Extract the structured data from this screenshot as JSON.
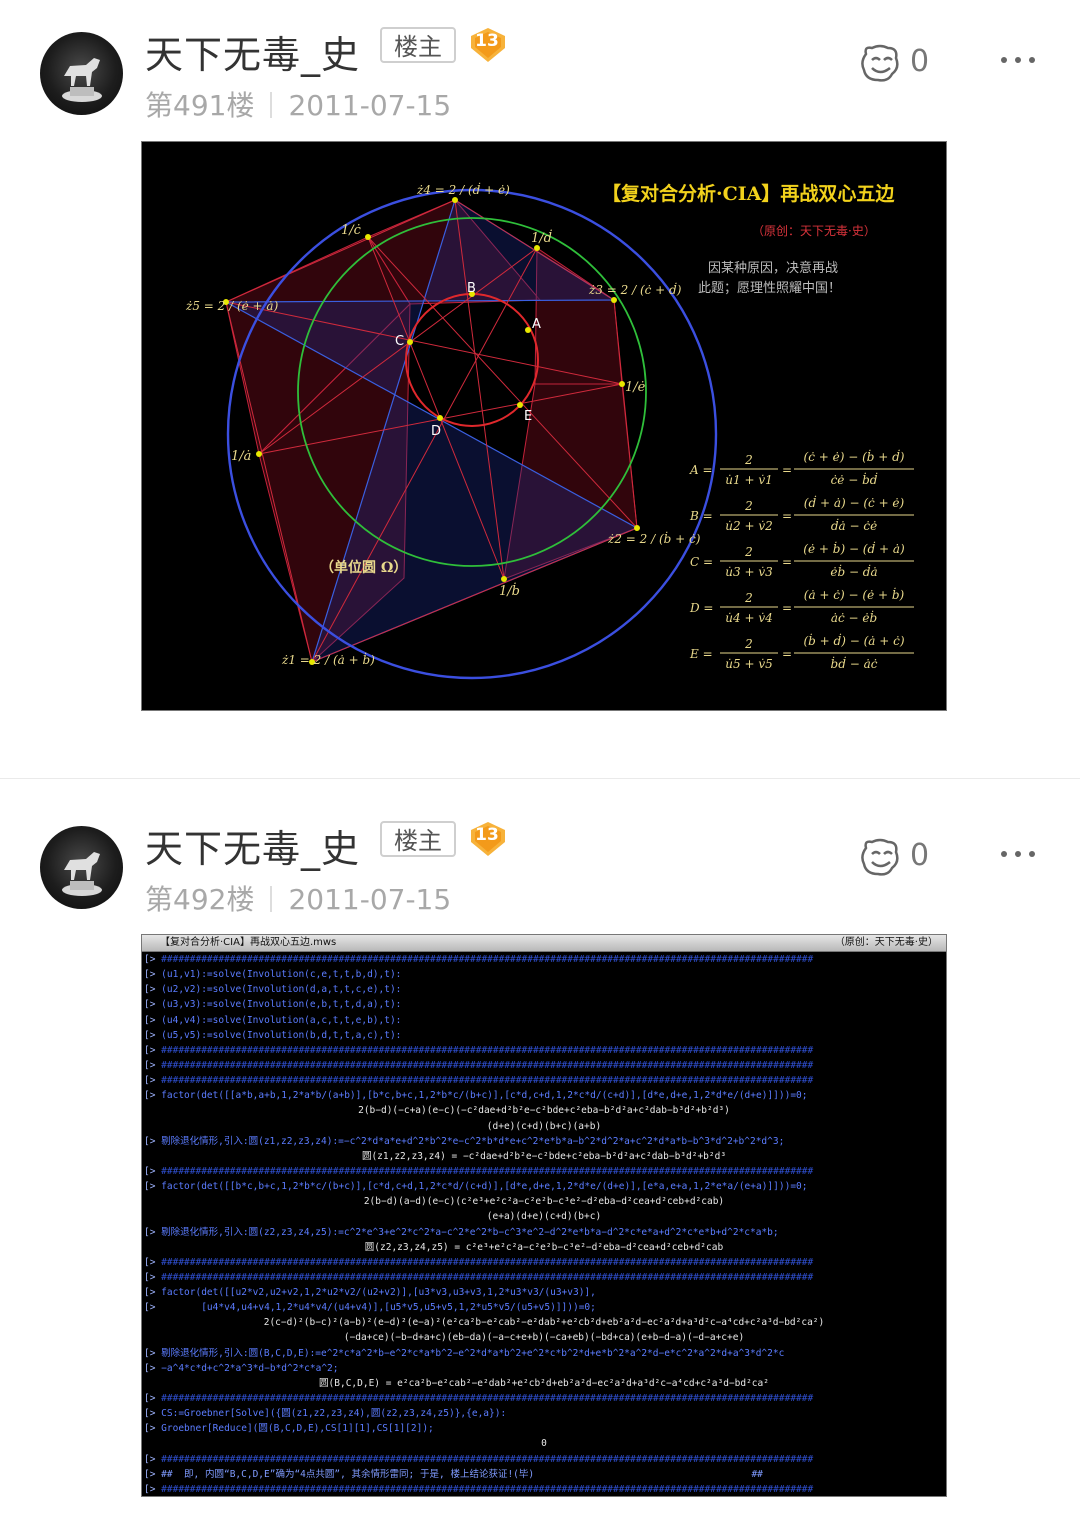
{
  "posts": [
    {
      "user": {
        "name": "天下无毒_史",
        "owner_badge": "楼主",
        "level": "13"
      },
      "floor": "第491楼",
      "date": "2011-07-15",
      "likes": "0",
      "figure": {
        "title": "【复对合分析·CIA】再战双心五边",
        "author": "（原创：天下无毒·史）",
        "note_line1": "因某种原因，决意再战",
        "note_line2": "此题；愿理性照耀中国！",
        "points": {
          "A": "A",
          "B": "B",
          "C": "C",
          "D": "D",
          "E": "E"
        },
        "tangent_labels": [
          "1/ċ",
          "1/ḋ",
          "1/ė",
          "1/ḃ",
          "1/ȧ"
        ],
        "z_labels": {
          "z1": "ż1 = 2 / (ȧ + ḃ)",
          "z2": "ż2 = 2 / (ḃ + ċ)",
          "z3": "ż3 = 2 / (ċ + ḋ)",
          "z4": "ż4 = 2 / (ḋ + ė)",
          "z5": "ż5 = 2 / (ė + ȧ)"
        },
        "unit_circle_label": "（单位圆 Ω）",
        "formulas": [
          {
            "lhs": "A =",
            "f1_num": "2",
            "f1_den": "u̇1 + v̇1",
            "f2_num": "(ċ + ė) − (ḃ + ḋ)",
            "f2_den": "ċė − ḃḋ"
          },
          {
            "lhs": "B =",
            "f1_num": "2",
            "f1_den": "u̇2 + v̇2",
            "f2_num": "(ḋ + ȧ) − (ċ + ė)",
            "f2_den": "ḋȧ − ċė"
          },
          {
            "lhs": "C =",
            "f1_num": "2",
            "f1_den": "u̇3 + v̇3",
            "f2_num": "(ė + ḃ) − (ḋ + ȧ)",
            "f2_den": "ėḃ − ḋȧ"
          },
          {
            "lhs": "D =",
            "f1_num": "2",
            "f1_den": "u̇4 + v̇4",
            "f2_num": "(ȧ + ċ) − (ė + ḃ)",
            "f2_den": "ȧċ − ėḃ"
          },
          {
            "lhs": "E =",
            "f1_num": "2",
            "f1_den": "u̇5 + v̇5",
            "f2_num": "(ḃ + ḋ) − (ȧ + ċ)",
            "f2_den": "ḃḋ − ȧċ"
          }
        ]
      }
    },
    {
      "user": {
        "name": "天下无毒_史",
        "owner_badge": "楼主",
        "level": "13"
      },
      "floor": "第492楼",
      "date": "2011-07-15",
      "likes": "0",
      "maple": {
        "title": "【复对合分析·CIA】再战双心五边.mws",
        "author": "（原创：天下无毒·史）",
        "hash_row": "##################################################################################################################",
        "lines": [
          {
            "kind": "hash"
          },
          {
            "kind": "cmd",
            "text": "(u1,v1):=solve(Involution(c,e,t,t,b,d),t):"
          },
          {
            "kind": "cmd",
            "text": "(u2,v2):=solve(Involution(d,a,t,t,c,e),t):"
          },
          {
            "kind": "cmd",
            "text": "(u3,v3):=solve(Involution(e,b,t,t,d,a),t):"
          },
          {
            "kind": "cmd",
            "text": "(u4,v4):=solve(Involution(a,c,t,t,e,b),t):"
          },
          {
            "kind": "cmd",
            "text": "(u5,v5):=solve(Involution(b,d,t,t,a,c),t):"
          },
          {
            "kind": "hash"
          },
          {
            "kind": "hash"
          },
          {
            "kind": "hash"
          },
          {
            "kind": "cmd",
            "text": "factor(det([[a*b,a+b,1,2*a*b/(a+b)],[b*c,b+c,1,2*b*c/(b+c)],[c*d,c+d,1,2*c*d/(c+d)],[d*e,d+e,1,2*d*e/(d+e)]]))=0;"
          },
          {
            "kind": "out",
            "text": "2(b−d)(−c+a)(e−c)(−c²dae+d²b²e−c²bde+c²eba−b²d²a+c²dab−b³d²+b²d³)"
          },
          {
            "kind": "out",
            "text": "(d+e)(c+d)(b+c)(a+b)"
          },
          {
            "kind": "cmd",
            "text": "剔除退化情形,引入:圆(z1,z2,z3,z4):=−c^2*d*a*e+d^2*b^2*e−c^2*b*d*e+c^2*e*b*a−b^2*d^2*a+c^2*d*a*b−b^3*d^2+b^2*d^3;"
          },
          {
            "kind": "out",
            "text": "圆(z1,z2,z3,z4) = −c²dae+d²b²e−c²bde+c²eba−b²d²a+c²dab−b³d²+b²d³"
          },
          {
            "kind": "hash"
          },
          {
            "kind": "cmd",
            "text": "factor(det([[b*c,b+c,1,2*b*c/(b+c)],[c*d,c+d,1,2*c*d/(c+d)],[d*e,d+e,1,2*d*e/(d+e)],[e*a,e+a,1,2*e*a/(e+a)]]))=0;"
          },
          {
            "kind": "out",
            "text": "2(b−d)(a−d)(e−c)(c²e³+e²c²a−c²e²b−c³e²−d²eba−d²cea+d²ceb+d²cab)"
          },
          {
            "kind": "out",
            "text": "(e+a)(d+e)(c+d)(b+c)"
          },
          {
            "kind": "cmd",
            "text": "剔除退化情形,引入:圆(z2,z3,z4,z5):=c^2*e^3+e^2*c^2*a−c^2*e^2*b−c^3*e^2−d^2*e*b*a−d^2*c*e*a+d^2*c*e*b+d^2*c*a*b;"
          },
          {
            "kind": "out",
            "text": "圆(z2,z3,z4,z5) = c²e³+e²c²a−c²e²b−c³e²−d²eba−d²cea+d²ceb+d²cab"
          },
          {
            "kind": "hash"
          },
          {
            "kind": "hash"
          },
          {
            "kind": "cmd",
            "text": "factor(det([[u2*v2,u2+v2,1,2*u2*v2/(u2+v2)],[u3*v3,u3+v3,1,2*u3*v3/(u3+v3)],"
          },
          {
            "kind": "cmd",
            "text": "       [u4*v4,u4+v4,1,2*u4*v4/(u4+v4)],[u5*v5,u5+v5,1,2*u5*v5/(u5+v5)]]))=0;"
          },
          {
            "kind": "out",
            "text": "2(c−d)²(b−c)²(a−b)²(e−d)²(e−a)²(e²ca²b−e²cab²−e²dab²+e²cb²d+eb²a²d−ec²a²d+a³d²c−a⁴cd+c²a³d−bd²ca²)"
          },
          {
            "kind": "out",
            "text": "(−da+ce)(−b−d+a+c)(eb−da)(−a−c+e+b)(−ca+eb)(−bd+ca)(e+b−d−a)(−d−a+c+e)"
          },
          {
            "kind": "cmd",
            "text": "剔除退化情形,引入:圆(B,C,D,E):=e^2*c*a^2*b−e^2*c*a*b^2−e^2*d*a*b^2+e^2*c*b^2*d+e*b^2*a^2*d−e*c^2*a^2*d+a^3*d^2*c"
          },
          {
            "kind": "cmd",
            "text": "−a^4*c*d+c^2*a^3*d−b*d^2*c*a^2;"
          },
          {
            "kind": "out",
            "text": "圆(B,C,D,E) = e²ca²b−e²cab²−e²dab²+e²cb²d+eb²a²d−ec²a²d+a³d²c−a⁴cd+c²a³d−bd²ca²"
          },
          {
            "kind": "hash"
          },
          {
            "kind": "cmd",
            "text": "CS:=Groebner[Solve]({圆(z1,z2,z3,z4),圆(z2,z3,z4,z5)},{e,a}):"
          },
          {
            "kind": "cmd",
            "text": "Groebner[Reduce](圆(B,C,D,E),CS[1][1],CS[1][2]);"
          },
          {
            "kind": "out",
            "text": "0"
          },
          {
            "kind": "hash"
          },
          {
            "kind": "zh",
            "text": "##  即, 内圆“B,C,D,E”确为“4点共圆”, 其余情形雷同; 于是, 楼上结论获证!(毕)                                      ##"
          },
          {
            "kind": "hash"
          }
        ]
      }
    }
  ]
}
